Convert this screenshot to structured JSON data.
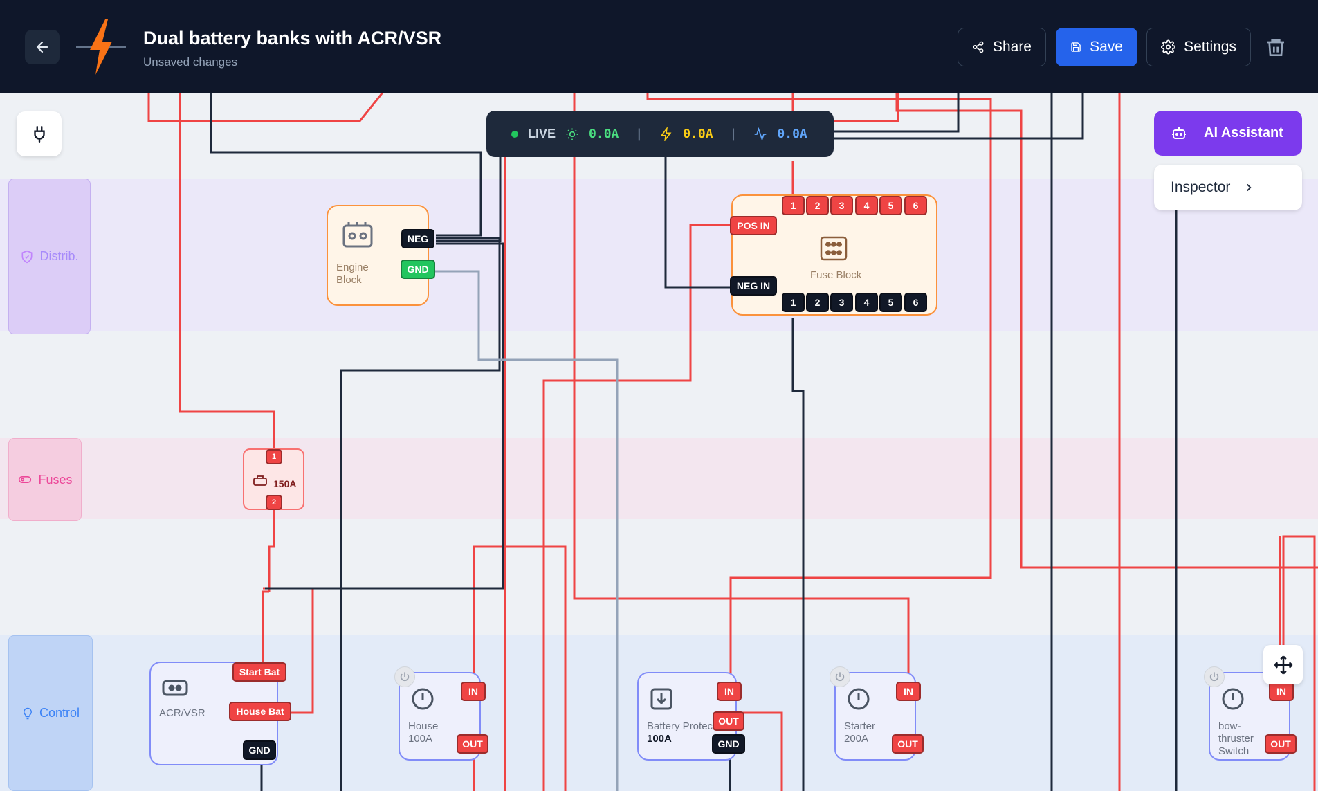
{
  "header": {
    "title": "Dual battery banks with ACR/VSR",
    "subtitle": "Unsaved changes",
    "share_label": "Share",
    "save_label": "Save",
    "settings_label": "Settings"
  },
  "live": {
    "label": "LIVE",
    "solar": "0.0A",
    "charge": "0.0A",
    "load": "0.0A",
    "sep": "|"
  },
  "ai_assistant_label": "AI Assistant",
  "inspector_label": "Inspector",
  "lanes": {
    "distrib": "Distrib.",
    "fuses": "Fuses",
    "control": "Control"
  },
  "nodes": {
    "engine_block": {
      "label_line1": "Engine",
      "label_line2": "Block",
      "neg": "NEG",
      "gnd": "GND"
    },
    "fuse_block": {
      "label": "Fuse Block",
      "pos_in": "POS IN",
      "neg_in": "NEG IN",
      "top_ports": [
        "1",
        "2",
        "3",
        "4",
        "5",
        "6"
      ],
      "bottom_ports": [
        "1",
        "2",
        "3",
        "4",
        "5",
        "6"
      ]
    },
    "fuse_150a": {
      "label": "150A",
      "p1": "1",
      "p2": "2"
    },
    "acr": {
      "label": "ACR/VSR",
      "start_bat": "Start Bat",
      "house_bat": "House Bat",
      "gnd": "GND"
    },
    "house_switch": {
      "line1": "House",
      "line2": "100A",
      "in": "IN",
      "out": "OUT"
    },
    "battery_protect": {
      "line1": "Battery Protec",
      "line2": "100A",
      "in": "IN",
      "out": "OUT",
      "gnd": "GND"
    },
    "starter_switch": {
      "line1": "Starter",
      "line2": "200A",
      "in": "IN",
      "out": "OUT"
    },
    "bow_switch": {
      "line1": "bow-",
      "line2": "thruster",
      "line3": "Switch",
      "in": "IN",
      "out": "OUT"
    }
  },
  "colors": {
    "header_bg": "#0f172a",
    "wire_positive": "#ef4444",
    "wire_negative": "#1e293b",
    "wire_ground": "#94a3b8",
    "accent_blue": "#2563eb",
    "accent_purple": "#7c3aed"
  }
}
